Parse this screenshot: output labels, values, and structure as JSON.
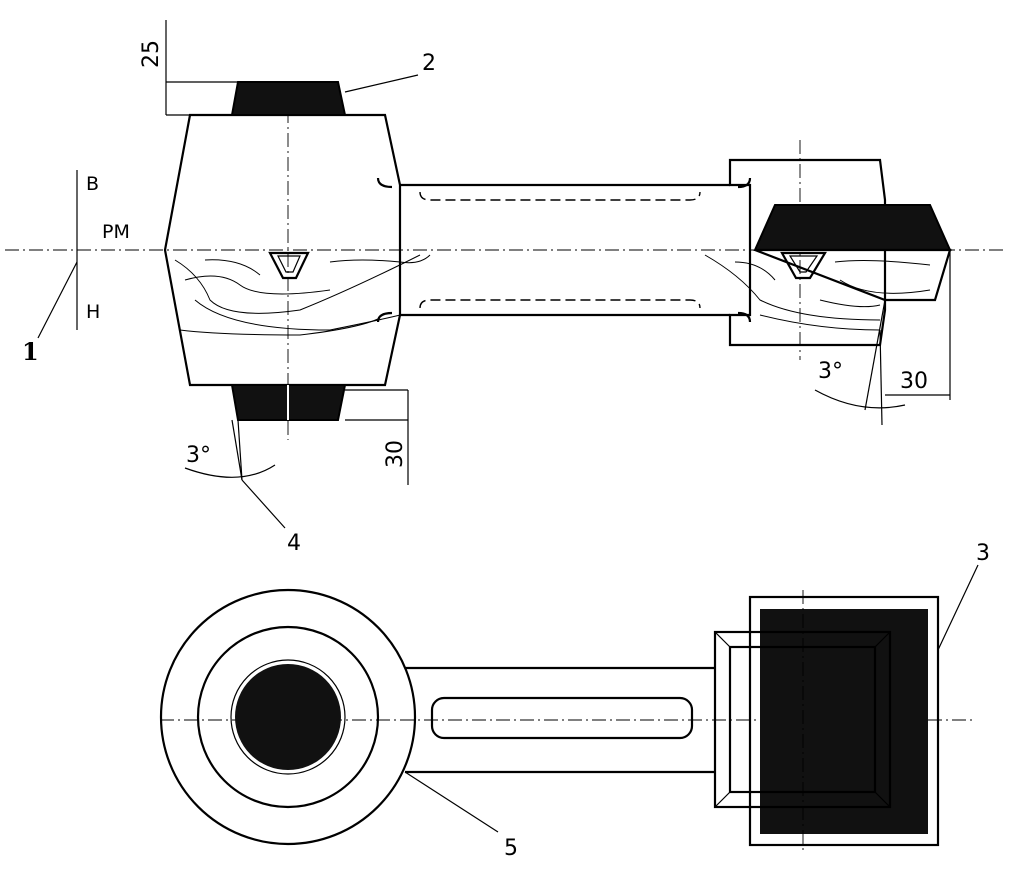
{
  "callouts": {
    "c1": "1",
    "c2": "2",
    "c3": "3",
    "c4": "4",
    "c5": "5"
  },
  "side_labels": {
    "upper": "B",
    "parting": "PM",
    "lower": "H"
  },
  "dimensions": {
    "top_allowance": "25",
    "bottom_allowance": "30",
    "right_allowance": "30",
    "draft_left": "3°",
    "draft_right": "3°"
  }
}
